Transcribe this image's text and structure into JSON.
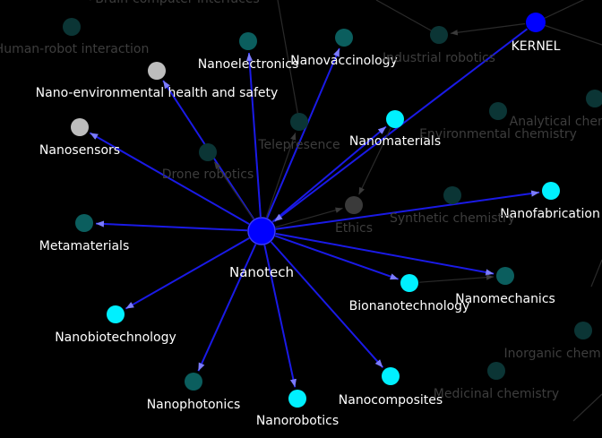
{
  "colors": {
    "background": "#000000",
    "hub": "#0000ff",
    "hub_edge": "#1a1ae6",
    "arrow": "#7b7bff",
    "node_cyan": "#00f0ff",
    "node_teal": "#0b5e5e",
    "node_dim": "#0b3535",
    "node_grey": "#bdbdbd",
    "node_dim_grey": "#3a3a3a",
    "dim_edge": "#2a2a2a",
    "label_hi": "#ffffff",
    "label_dim": "#3d3d3d"
  },
  "graph": {
    "hub": "Nanotech",
    "nodes": [
      {
        "id": "nanotech",
        "label": "Nanotech",
        "style": "hub"
      },
      {
        "id": "kernel",
        "label": "KERNEL",
        "style": "hub-small"
      },
      {
        "id": "nanoelectronics",
        "label": "Nanoelectronics",
        "style": "teal"
      },
      {
        "id": "nanovaccinology",
        "label": "Nanovaccinology",
        "style": "teal"
      },
      {
        "id": "nano-env",
        "label": "Nano-environmental health and safety",
        "style": "grey"
      },
      {
        "id": "nanosensors",
        "label": "Nanosensors",
        "style": "grey"
      },
      {
        "id": "nanomaterials",
        "label": "Nanomaterials",
        "style": "cyan"
      },
      {
        "id": "metamaterials",
        "label": "Metamaterials",
        "style": "teal"
      },
      {
        "id": "nanofabrication",
        "label": "Nanofabrication",
        "style": "cyan"
      },
      {
        "id": "bionanotechnology",
        "label": "Bionanotechnology",
        "style": "cyan"
      },
      {
        "id": "nanomechanics",
        "label": "Nanomechanics",
        "style": "teal"
      },
      {
        "id": "nanobiotechnology",
        "label": "Nanobiotechnology",
        "style": "cyan"
      },
      {
        "id": "nanophotonics",
        "label": "Nanophotonics",
        "style": "teal"
      },
      {
        "id": "nanorobotics",
        "label": "Nanorobotics",
        "style": "cyan"
      },
      {
        "id": "nanocomposites",
        "label": "Nanocomposites",
        "style": "cyan"
      },
      {
        "id": "drone-robotics",
        "label": "Drone robotics",
        "style": "dim"
      },
      {
        "id": "telepresence",
        "label": "Telepresence",
        "style": "dim"
      },
      {
        "id": "ethics",
        "label": "Ethics",
        "style": "dim-grey"
      },
      {
        "id": "synthetic-chemistry",
        "label": "Synthetic chemistry",
        "style": "dim"
      },
      {
        "id": "environmental-chemistry",
        "label": "Environmental chemistry",
        "style": "dim"
      },
      {
        "id": "industrial-robotics",
        "label": "Industrial robotics",
        "style": "dim"
      },
      {
        "id": "human-robot",
        "label": "Human-robot interaction",
        "style": "dim"
      },
      {
        "id": "brain-computer",
        "label": "Brain-computer interfaces",
        "style": "dim"
      },
      {
        "id": "analytical-chemistry",
        "label": "Analytical chemistry",
        "style": "dim"
      },
      {
        "id": "inorganic-chemistry",
        "label": "Inorganic chemistry",
        "style": "dim"
      },
      {
        "id": "medicinal-chemistry",
        "label": "Medicinal chemistry",
        "style": "dim"
      }
    ],
    "edges": [
      {
        "from": "nanotech",
        "to": "nanoelectronics",
        "kind": "hub"
      },
      {
        "from": "nanotech",
        "to": "nanovaccinology",
        "kind": "hub"
      },
      {
        "from": "nanotech",
        "to": "nano-env",
        "kind": "hub"
      },
      {
        "from": "nanotech",
        "to": "nanosensors",
        "kind": "hub"
      },
      {
        "from": "nanotech",
        "to": "nanomaterials",
        "kind": "hub"
      },
      {
        "from": "nanotech",
        "to": "metamaterials",
        "kind": "hub"
      },
      {
        "from": "nanotech",
        "to": "nanofabrication",
        "kind": "hub"
      },
      {
        "from": "nanotech",
        "to": "bionanotechnology",
        "kind": "hub"
      },
      {
        "from": "nanotech",
        "to": "nanomechanics",
        "kind": "hub"
      },
      {
        "from": "nanotech",
        "to": "nanobiotechnology",
        "kind": "hub"
      },
      {
        "from": "nanotech",
        "to": "nanophotonics",
        "kind": "hub"
      },
      {
        "from": "nanotech",
        "to": "nanorobotics",
        "kind": "hub"
      },
      {
        "from": "nanotech",
        "to": "nanocomposites",
        "kind": "hub"
      },
      {
        "from": "kernel",
        "to": "nanotech",
        "kind": "hub"
      },
      {
        "from": "nanotech",
        "to": "drone-robotics",
        "kind": "dim"
      },
      {
        "from": "nanotech",
        "to": "telepresence",
        "kind": "dim"
      },
      {
        "from": "nanotech",
        "to": "ethics",
        "kind": "dim"
      },
      {
        "from": "nanomaterials",
        "to": "ethics",
        "kind": "dim"
      },
      {
        "from": "kernel",
        "to": "industrial-robotics",
        "kind": "dim"
      },
      {
        "from": "bionanotechnology",
        "to": "nanomechanics",
        "kind": "dim"
      }
    ]
  }
}
